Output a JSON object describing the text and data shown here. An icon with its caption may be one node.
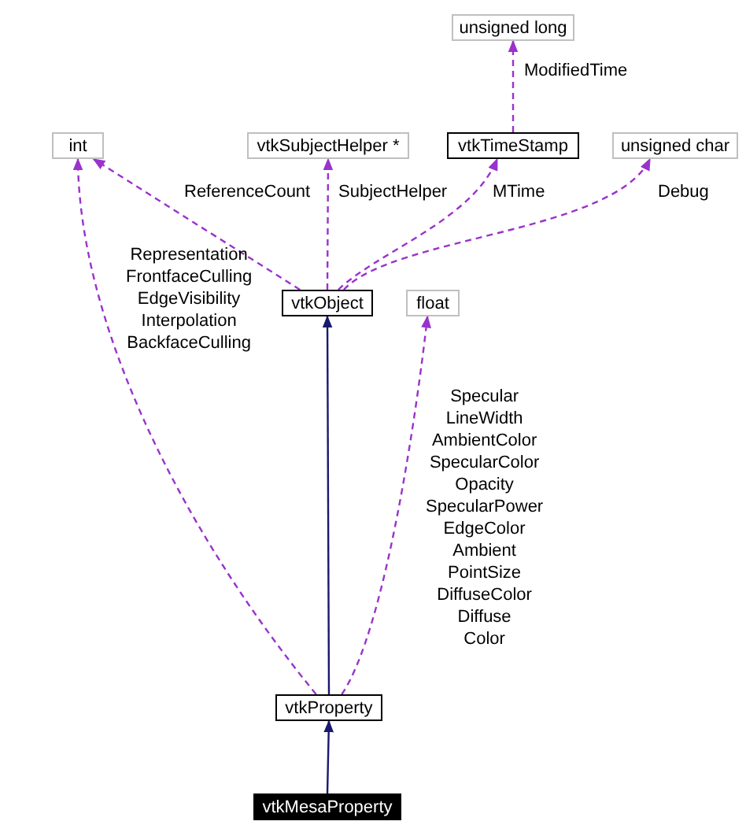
{
  "diagram": {
    "nodes": [
      {
        "text": [
          "unsigned long"
        ]
      },
      {
        "text": [
          "int"
        ]
      },
      {
        "text": [
          "vtkSubjectHelper *"
        ]
      },
      {
        "text": [
          "vtkTimeStamp"
        ]
      },
      {
        "text": [
          "unsigned char"
        ]
      },
      {
        "text": [
          "vtkObject"
        ]
      },
      {
        "text": [
          "float"
        ]
      },
      {
        "text": [
          "vtkProperty"
        ]
      },
      {
        "text": [
          "vtkMesaProperty"
        ]
      }
    ],
    "edges": [
      {
        "from": 3,
        "to": 0,
        "arrow": "to",
        "label": "ModifiedTime",
        "style": "dashed"
      },
      {
        "from": 5,
        "to": 1,
        "arrow": "to",
        "label": "ReferenceCount",
        "style": "dashed"
      },
      {
        "from": 5,
        "to": 2,
        "arrow": "to",
        "label": "SubjectHelper",
        "style": "dashed"
      },
      {
        "from": 5,
        "to": 3,
        "arrow": "to",
        "label": "MTime",
        "style": "dashed"
      },
      {
        "from": 5,
        "to": 4,
        "arrow": "to",
        "label": "Debug",
        "style": "dashed"
      },
      {
        "from": 8,
        "to": 7,
        "arrow": "to",
        "color": "#191970"
      },
      {
        "from": 7,
        "to": 5,
        "arrow": "to",
        "color": "#191970"
      },
      {
        "from": 7,
        "to": 1,
        "arrow": "to",
        "label": "Representation FrontfaceCulling EdgeVisibility Interpolation BackfaceCulling",
        "style": "dashed"
      },
      {
        "from": 7,
        "to": 6,
        "arrow": "to",
        "label": "Specular LineWidth AmbientColor SpecularColor Opacity SpecularPower EdgeColor Ambient PointSize DiffuseColor Diffuse Color",
        "style": "dashed"
      }
    ]
  }
}
